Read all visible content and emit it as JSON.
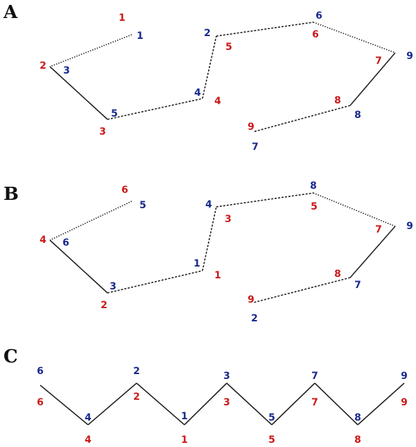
{
  "colors": {
    "red": "#cc1a1a",
    "blue": "#1a2a8c",
    "line": "#222222",
    "label": "#111111"
  },
  "panels": [
    {
      "label": "A",
      "segments": [
        {
          "style": "dotted"
        },
        {
          "style": "solid"
        },
        {
          "style": "dashed"
        },
        {
          "style": "dashed"
        },
        {
          "style": "dashed"
        },
        {
          "style": "dotted"
        },
        {
          "style": "solid"
        },
        {
          "style": "dashed"
        }
      ],
      "vertices": [
        {
          "red": "1",
          "blue": "1"
        },
        {
          "red": "2",
          "blue": "3"
        },
        {
          "red": "3",
          "blue": "5"
        },
        {
          "red": "4",
          "blue": "4"
        },
        {
          "red": "5",
          "blue": "2"
        },
        {
          "red": "6",
          "blue": "6"
        },
        {
          "red": "7",
          "blue": "9"
        },
        {
          "red": "8",
          "blue": "8"
        },
        {
          "red": "9",
          "blue": "7"
        }
      ]
    },
    {
      "label": "B",
      "segments": [
        {
          "style": "dotted"
        },
        {
          "style": "solid"
        },
        {
          "style": "dashed"
        },
        {
          "style": "dashed"
        },
        {
          "style": "dashed"
        },
        {
          "style": "dotted"
        },
        {
          "style": "solid"
        },
        {
          "style": "dashed"
        }
      ],
      "vertices": [
        {
          "red": "6",
          "blue": "5"
        },
        {
          "red": "4",
          "blue": "6"
        },
        {
          "red": "2",
          "blue": "3"
        },
        {
          "red": "1",
          "blue": "1"
        },
        {
          "red": "3",
          "blue": "4"
        },
        {
          "red": "5",
          "blue": "8"
        },
        {
          "red": "7",
          "blue": "9"
        },
        {
          "red": "8",
          "blue": "7"
        },
        {
          "red": "9",
          "blue": "2"
        }
      ]
    },
    {
      "label": "C",
      "segments": [
        {
          "style": "solid"
        },
        {
          "style": "solid"
        },
        {
          "style": "solid"
        },
        {
          "style": "solid"
        },
        {
          "style": "solid"
        },
        {
          "style": "solid"
        },
        {
          "style": "solid"
        },
        {
          "style": "solid"
        }
      ],
      "vertices": [
        {
          "red": "6",
          "blue": "6"
        },
        {
          "red": "4",
          "blue": "4"
        },
        {
          "red": "2",
          "blue": "2"
        },
        {
          "red": "1",
          "blue": "1"
        },
        {
          "red": "3",
          "blue": "3"
        },
        {
          "red": "5",
          "blue": "5"
        },
        {
          "red": "7",
          "blue": "7"
        },
        {
          "red": "8",
          "blue": "8"
        },
        {
          "red": "9",
          "blue": "9"
        }
      ]
    }
  ]
}
